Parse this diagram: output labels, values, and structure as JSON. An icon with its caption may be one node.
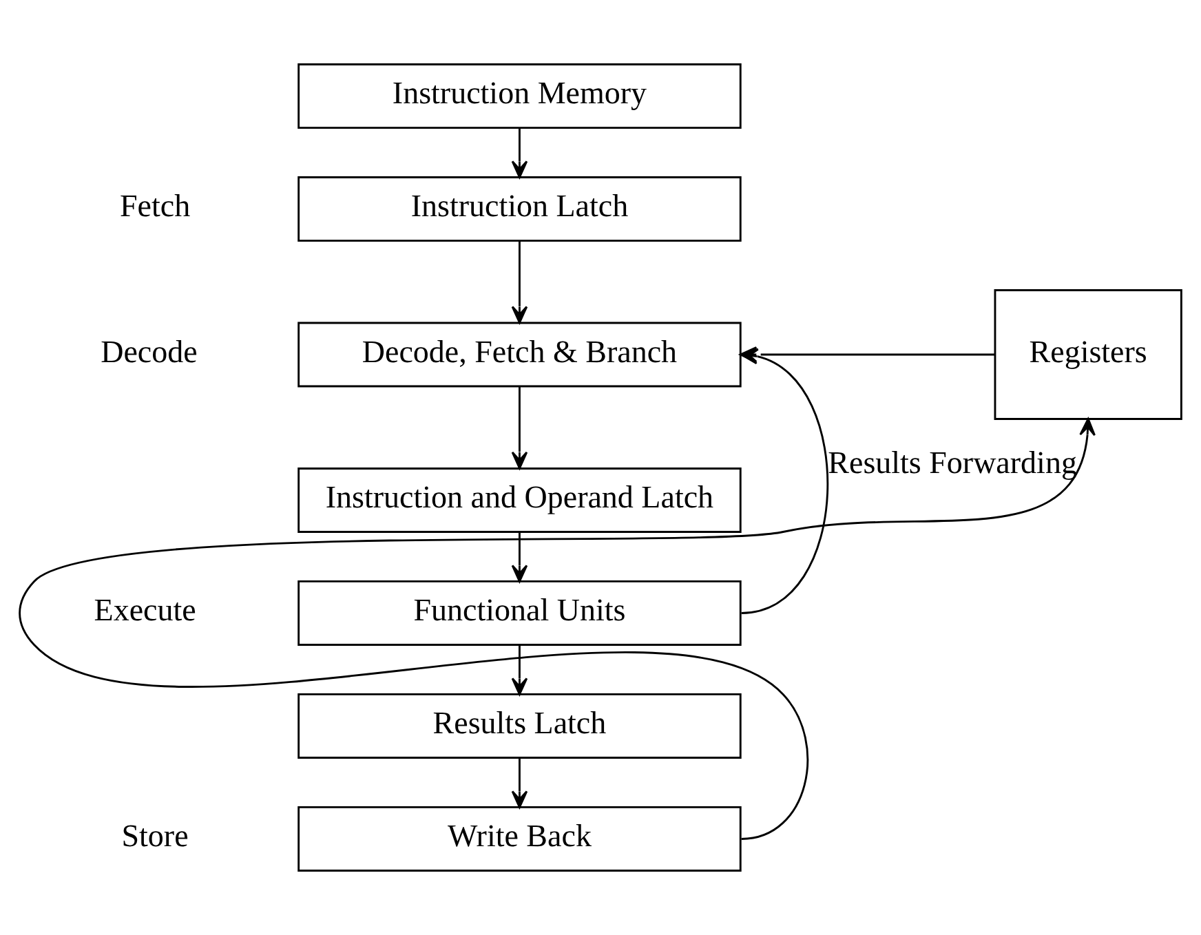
{
  "diagram": {
    "nodes": [
      {
        "text": [
          "Instruction Memory"
        ]
      },
      {
        "text": [
          "Instruction Latch"
        ]
      },
      {
        "text": [
          "Decode, Fetch & Branch"
        ]
      },
      {
        "text": [
          "Instruction and Operand Latch"
        ]
      },
      {
        "text": [
          "Functional Units"
        ]
      },
      {
        "text": [
          "Results Latch"
        ]
      },
      {
        "text": [
          "Write Back"
        ]
      },
      {
        "text": [
          "Registers"
        ]
      }
    ],
    "edges": [
      {
        "from": 0,
        "to": 1,
        "arrow": "to"
      },
      {
        "from": 1,
        "to": 2,
        "arrow": "to"
      },
      {
        "from": 2,
        "to": 3,
        "arrow": "to"
      },
      {
        "from": 3,
        "to": 4,
        "arrow": "to"
      },
      {
        "from": 4,
        "to": 5,
        "arrow": "to"
      },
      {
        "from": 4,
        "to": 2,
        "arrow": "to",
        "label": "Results Forwarding"
      },
      {
        "from": 7,
        "to": 2,
        "arrow": "to"
      },
      {
        "from": 5,
        "to": 6,
        "arrow": "to"
      },
      {
        "from": 6,
        "to": 7,
        "arrow": "to"
      }
    ],
    "labels": [
      "Fetch",
      "Decode",
      "Execute",
      "Store"
    ]
  }
}
